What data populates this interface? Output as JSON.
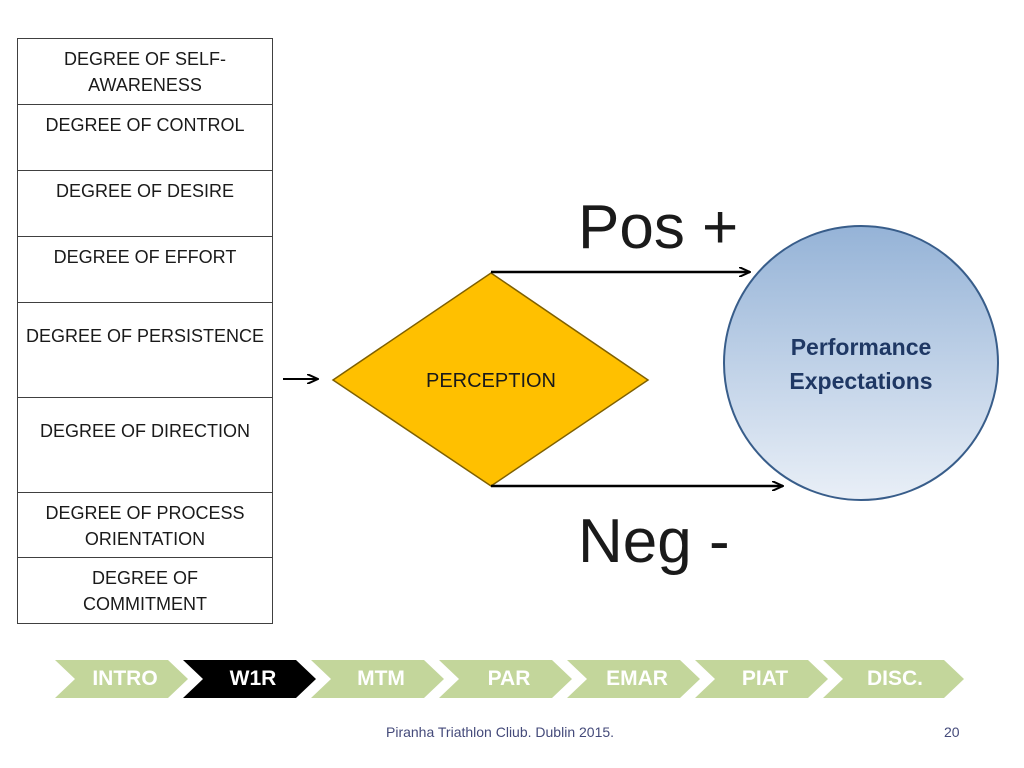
{
  "factors": [
    "DEGREE OF SELF-\nAWARENESS",
    "DEGREE OF CONTROL",
    "DEGREE OF DESIRE",
    "DEGREE OF EFFORT",
    "DEGREE OF PERSISTENCE",
    "DEGREE OF DIRECTION",
    "DEGREE OF PROCESS\nORIENTATION",
    "DEGREE OF\nCOMMITMENT"
  ],
  "perception_label": "PERCEPTION",
  "positive_label": "Pos +",
  "negative_label": "Neg -",
  "outcome": {
    "line1": "Performance",
    "line2": "Expectations"
  },
  "nav": [
    {
      "label": "INTRO",
      "active": false
    },
    {
      "label": "W1R",
      "active": true
    },
    {
      "label": "MTM",
      "active": false
    },
    {
      "label": "PAR",
      "active": false
    },
    {
      "label": "EMAR",
      "active": false
    },
    {
      "label": "PIAT",
      "active": false
    },
    {
      "label": "DISC.",
      "active": false
    }
  ],
  "footer": {
    "text": "Piranha Triathlon Cliub. Dublin 2015.",
    "page": "20"
  },
  "colors": {
    "diamond": "#FFC000",
    "nav_chevron": "#C3D69B",
    "nav_active": "#000000",
    "circle_top": "#95B3D7",
    "circle_bottom": "#E9EFF7"
  }
}
